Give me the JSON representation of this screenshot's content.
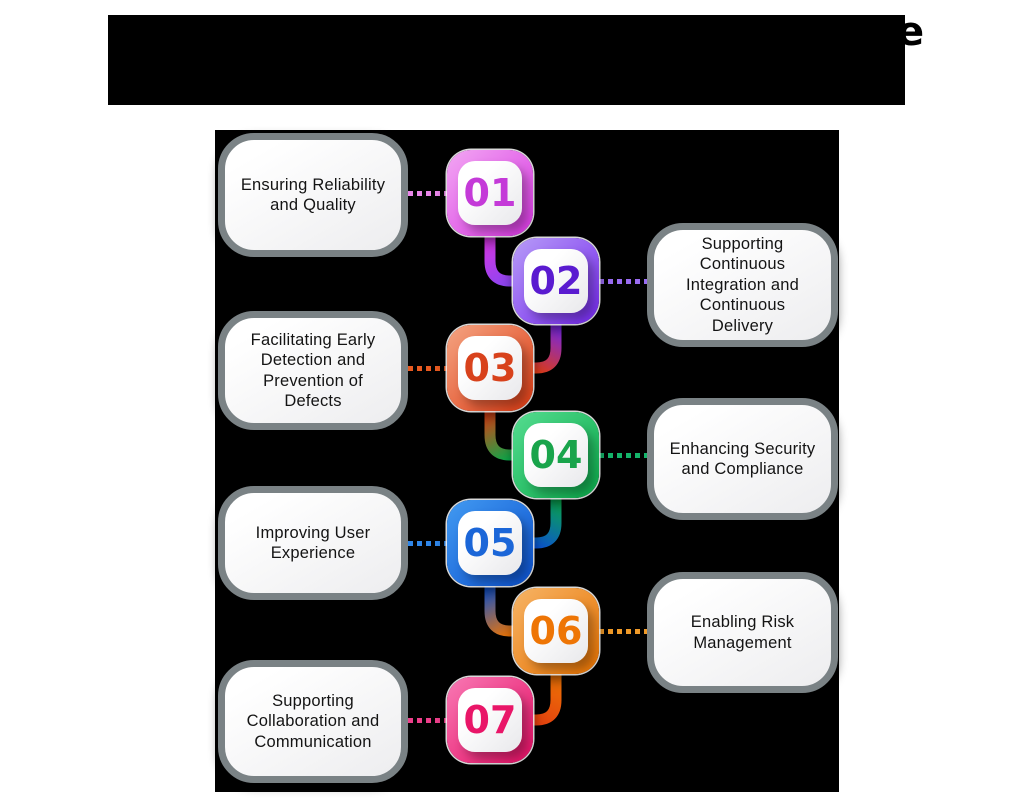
{
  "title": {
    "visible_text": "e",
    "masked": true
  },
  "colors": {
    "page_background": "#ffffff",
    "panel_background": "#000000",
    "title_mask": "#000000",
    "card_border": "#7a8285",
    "card_fill_start": "#ffffff",
    "card_fill_end": "#ededef",
    "card_text": "#141414"
  },
  "items": [
    {
      "number": "01",
      "label": "Ensuring Reliability\nand Quality",
      "side": "left",
      "badge_gradient_start": "#f2a7f3",
      "badge_gradient_end": "#d836e2",
      "number_color": "#c43ad8",
      "dot_color": "#ea86ea"
    },
    {
      "number": "02",
      "label": "Supporting\nContinuous\nIntegration and\nContinuous\nDelivery",
      "side": "right",
      "badge_gradient_start": "#b79cf7",
      "badge_gradient_end": "#7427ee",
      "number_color": "#5a1bd0",
      "dot_color": "#9a6cf2"
    },
    {
      "number": "03",
      "label": "Facilitating Early\nDetection and\nPrevention of\nDefects",
      "side": "left",
      "badge_gradient_start": "#f4a482",
      "badge_gradient_end": "#de3b13",
      "number_color": "#d8421c",
      "dot_color": "#e85a20"
    },
    {
      "number": "04",
      "label": "Enhancing Security\nand Compliance",
      "side": "right",
      "badge_gradient_start": "#55dc90",
      "badge_gradient_end": "#0aaa4a",
      "number_color": "#19a44b",
      "dot_color": "#14b46a"
    },
    {
      "number": "05",
      "label": "Improving User\nExperience",
      "side": "left",
      "badge_gradient_start": "#429af1",
      "badge_gradient_end": "#0b51d0",
      "number_color": "#1b66d8",
      "dot_color": "#2f86e8"
    },
    {
      "number": "06",
      "label": "Enabling Risk\nManagement",
      "side": "right",
      "badge_gradient_start": "#f6b466",
      "badge_gradient_end": "#e87200",
      "number_color": "#ee7505",
      "dot_color": "#f09a28"
    },
    {
      "number": "07",
      "label": "Supporting\nCollaboration and\nCommunication",
      "side": "left",
      "badge_gradient_start": "#f879b4",
      "badge_gradient_end": "#e60d64",
      "number_color": "#e91668",
      "dot_color": "#ee3f8b"
    }
  ],
  "connectors": [
    {
      "from": "01",
      "to": "02",
      "color_start": "#d836e2",
      "color_end": "#8b45f0"
    },
    {
      "from": "02",
      "to": "03",
      "color_start": "#7427ee",
      "color_end": "#de3b13"
    },
    {
      "from": "03",
      "to": "04",
      "color_start": "#de3b13",
      "color_end": "#0aaa4a"
    },
    {
      "from": "04",
      "to": "05",
      "color_start": "#0aaa4a",
      "color_end": "#0b51d0"
    },
    {
      "from": "05",
      "to": "06",
      "color_start": "#0b51d0",
      "color_end": "#ee7505"
    },
    {
      "from": "06",
      "to": "07",
      "color_start": "#ee7505",
      "color_end": "#e3400f"
    }
  ]
}
